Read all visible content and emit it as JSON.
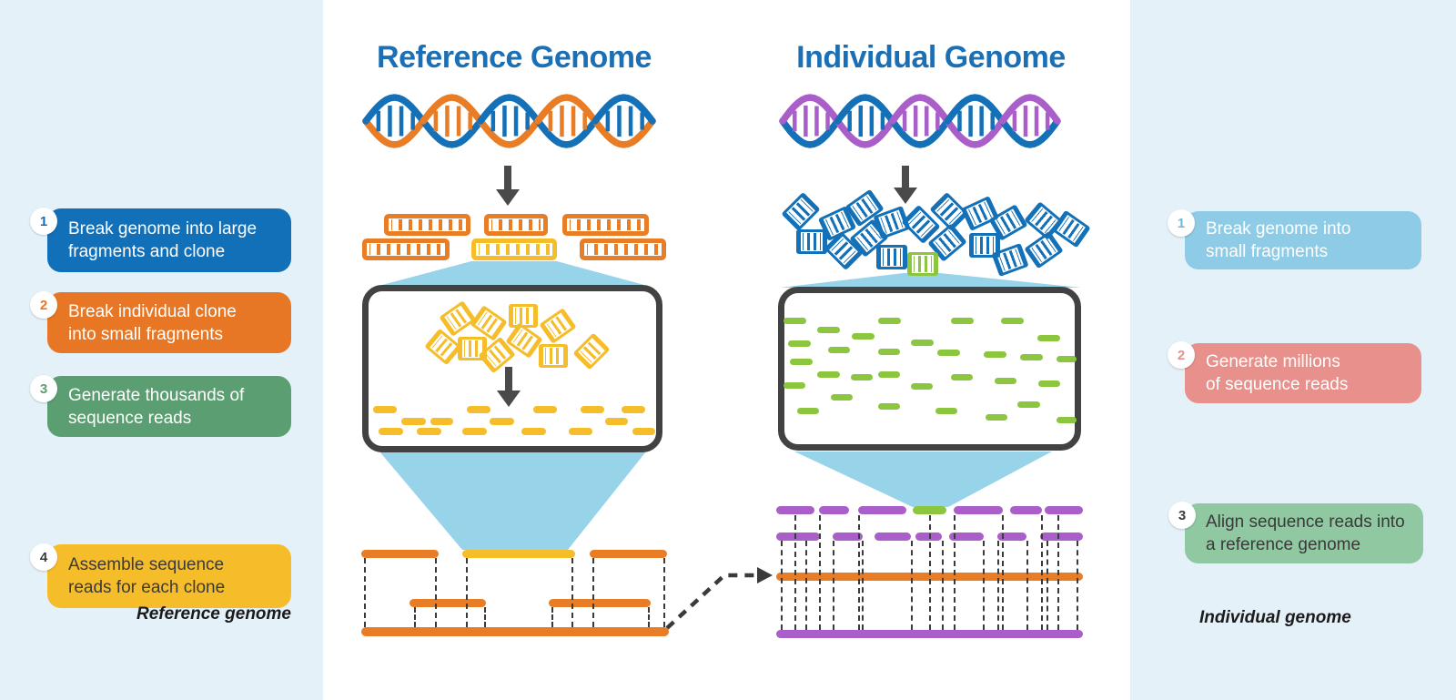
{
  "columns": {
    "reference": {
      "title": "Reference Genome"
    },
    "individual": {
      "title": "Individual Genome"
    }
  },
  "sidebar_left": {
    "steps": [
      {
        "number": "1",
        "lines": [
          "Break genome into large",
          "fragments and clone"
        ]
      },
      {
        "number": "2",
        "lines": [
          "Break individual clone",
          "into small fragments"
        ]
      },
      {
        "number": "3",
        "lines": [
          "Generate thousands of",
          "sequence reads"
        ]
      },
      {
        "number": "4",
        "lines": [
          "Assemble sequence",
          "reads for each clone"
        ]
      }
    ],
    "caption": "Reference genome"
  },
  "sidebar_right": {
    "steps": [
      {
        "number": "1",
        "lines": [
          "Break genome into",
          "small fragments"
        ]
      },
      {
        "number": "2",
        "lines": [
          "Generate millions",
          "of sequence reads"
        ]
      },
      {
        "number": "3",
        "lines": [
          "Align sequence reads into",
          "a reference genome"
        ]
      }
    ],
    "caption": "Individual genome"
  },
  "icons": {
    "dna_helix": "double-helix strands with rungs",
    "dna_fragment": "ladder / grill fragment",
    "arrow_down": "↓",
    "magnifier_funnel": "light-blue trapezoid zoom beam",
    "dashed_arrow": "⇢ reference-to-individual link"
  },
  "colors": {
    "panel_bg": "#e4f1f8",
    "center_bg": "#ffffff",
    "heading": "#1b6fb5",
    "text_light": "#ffffff",
    "text_dark": "#3a3a3a",
    "orange": "#e87d25",
    "yellow": "#f6bd2a",
    "blue": "#1471b8",
    "purple": "#a95ec9",
    "green": "#8cc63e",
    "funnel_blue": "#97d4ea",
    "box_border": "#424242",
    "arrow": "#4a4a4a",
    "dash_line": "#3a3a3a",
    "step_l1": "#1170b8",
    "step_l2": "#e87725",
    "step_l3": "#5b9e72",
    "step_l4": "#f6bd2a",
    "step_r1": "#8ecbe6",
    "step_r2": "#e8908c",
    "step_r3": "#90c8a1",
    "badge_l1": "#1170b8",
    "badge_l2": "#e87725",
    "badge_l3": "#5b9e72",
    "badge_l4": "#3a3a3a",
    "badge_r1": "#6bb9dd",
    "badge_r2": "#e8908c",
    "badge_r3": "#3a3a3a"
  }
}
